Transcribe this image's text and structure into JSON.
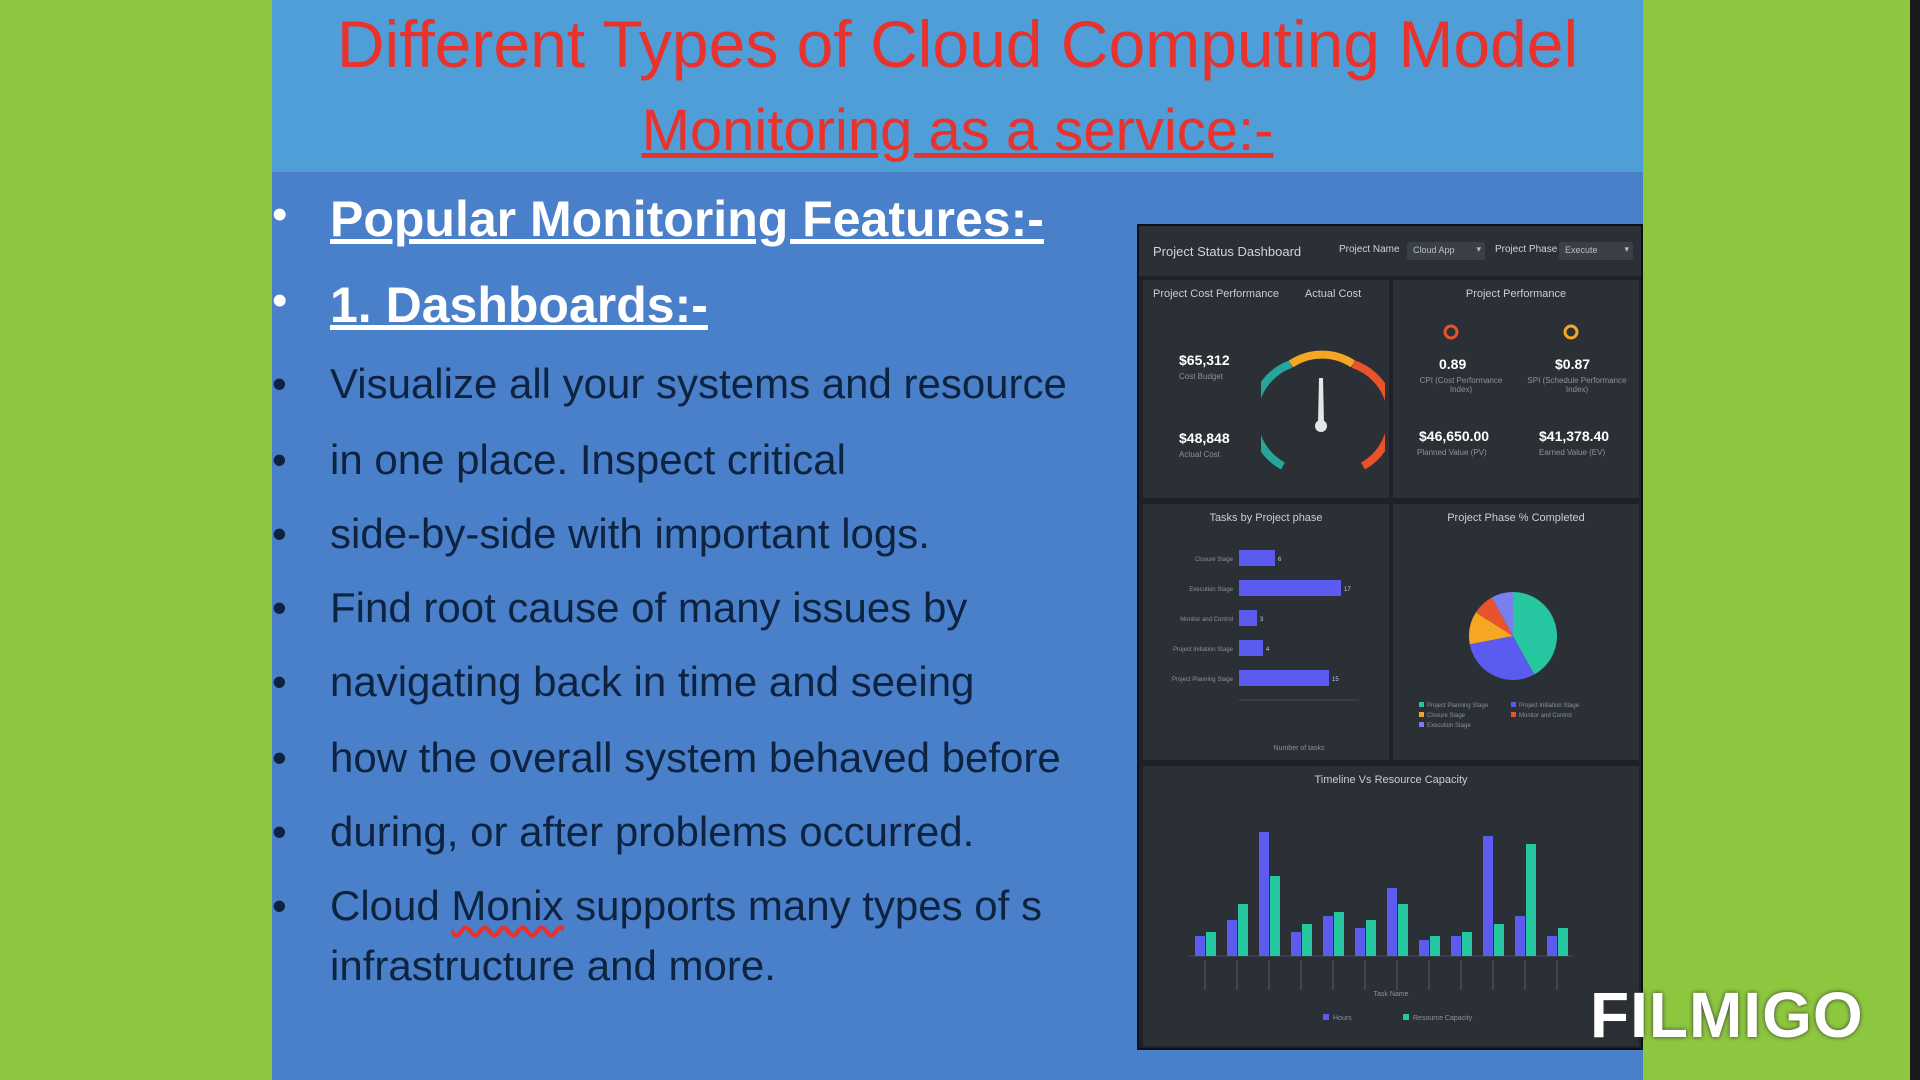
{
  "slide": {
    "title": "Different Types of Cloud Computing Model",
    "subtitle": "Monitoring as a service:-",
    "bullets": [
      {
        "text": "Popular Monitoring Features:-",
        "style": "heading"
      },
      {
        "text": "1. Dashboards",
        "tail": ":-",
        "style": "heading"
      },
      {
        "text": "Visualize all your systems and resource",
        "style": "body"
      },
      {
        "text": " in one place. Inspect critical",
        "style": "body"
      },
      {
        "text": "side-by-side with important logs.",
        "style": "body"
      },
      {
        "text": " Find root cause of many issues by",
        "style": "body"
      },
      {
        "text": " navigating back in time and seeing",
        "style": "body"
      },
      {
        "text": "how the overall system behaved before",
        "style": "body"
      },
      {
        "text": " during, or after problems occurred.",
        "style": "body"
      },
      {
        "text": " Cloud ",
        "monix": "Monix",
        "rest": " supports many types of s",
        "style": "body"
      },
      {
        "text": "infrastructure and more.",
        "style": "continuation"
      }
    ],
    "bullet_glyph": "•"
  },
  "dashboard": {
    "title": "Project Status Dashboard",
    "filter1_label": "Project Name",
    "filter1_value": "Cloud App",
    "filter2_label": "Project Phase",
    "filter2_value": "Execute",
    "panels": {
      "cost": {
        "title": "Project Cost Performance",
        "gauge_title": "Actual Cost",
        "kpi1": "$65,312",
        "kpi1_sub": "Cost Budget",
        "kpi2": "$48,848",
        "kpi2_sub": "Actual Cost"
      },
      "perf": {
        "title": "Project Performance",
        "kpi1": "0.89",
        "kpi1_sub": "CPI (Cost Performance Index)",
        "kpi2": "$0.87",
        "kpi2_sub": "SPI (Schedule Performance Index)",
        "kpi3": "$46,650.00",
        "kpi3_sub": "Planned Value (PV)",
        "kpi4": "$41,378.40",
        "kpi4_sub": "Earned Value (EV)"
      },
      "tasks": {
        "title": "Tasks by Project phase",
        "xlabel": "Number of tasks"
      },
      "phase": {
        "title": "Project Phase % Completed"
      },
      "timeline": {
        "title": "Timeline Vs Resource Capacity",
        "xlabel": "Task Name"
      }
    },
    "colors": {
      "blue": "#5b5bef",
      "green": "#26c6a0",
      "orange": "#f5a623",
      "red": "#e8532b",
      "panel": "#2b2f36"
    }
  },
  "watermark": "FILMIGO",
  "chart_data": [
    {
      "type": "bar",
      "categories": [
        "Closure Stage",
        "Execution Stage",
        "Monitor and Control",
        "Project Initiation Stage",
        "Project Planning Stage"
      ],
      "values": [
        6,
        17,
        3,
        4,
        15
      ],
      "xlim": [
        0,
        20
      ]
    },
    {
      "type": "pie",
      "categories": [
        "Project Planning Stage",
        "Project Initiation Stage",
        "Closure Stage",
        "Monitor and Control",
        "Execution Stage"
      ],
      "values": [
        42,
        30,
        12,
        8,
        8
      ]
    },
    {
      "type": "bar",
      "series": [
        {
          "name": "Hours",
          "values": [
            10,
            18,
            62,
            12,
            20,
            14,
            34,
            8,
            10,
            60,
            20,
            10
          ]
        },
        {
          "name": "Resource Capacity",
          "values": [
            12,
            26,
            40,
            16,
            22,
            18,
            26,
            10,
            12,
            16,
            56,
            14
          ]
        }
      ]
    }
  ]
}
